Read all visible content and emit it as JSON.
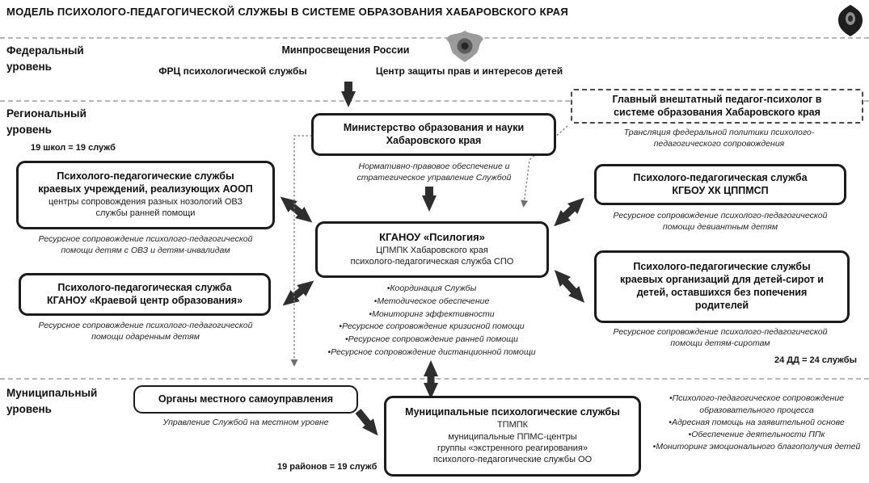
{
  "title": "МОДЕЛЬ ПСИХОЛОГО-ПЕДАГОГИЧЕСКОЙ СЛУЖБЫ В СИСТЕМЕ ОБРАЗОВАНИЯ ХАБАРОВСКОГО КРАЯ",
  "icons": {
    "ministry_emblem": "russia-coat-of-arms",
    "corner_logo": "round-emblem"
  },
  "federal": {
    "label": "Федеральный уровень",
    "minpros": "Минпросвещения России",
    "frc": "ФРЦ психологической службы",
    "child_rights_center": "Центр защиты прав и интересов детей"
  },
  "regional": {
    "label": "Региональный уровень",
    "schools_note": "19 школ = 19 служб",
    "ministry": {
      "title1": "Министерство образования и науки",
      "title2": "Хабаровского края",
      "caption": "Нормативно-правовое обеспечение и стратегическое управление Службой"
    },
    "aoop_box": {
      "title1": "Психолого-педагогические службы",
      "title2": "краевых учреждений, реализующих АООП",
      "sub1": "центры сопровождения разных нозологий ОВЗ",
      "sub2": "службы ранней помощи",
      "caption": "Ресурсное сопровождение психолого-педагогической помощи детям с ОВЗ и детям-инвалидам"
    },
    "kco_box": {
      "title1": "Психолого-педагогическая служба",
      "title2": "КГАНОУ «Краевой центр образования»",
      "caption": "Ресурсное сопровождение психолого-педагогической помощи одаренным детям"
    },
    "psilogiya": {
      "title": "КГАНОУ «Псилогия»",
      "sub1": "ЦПМПК Хабаровского края",
      "sub2": "психолого-педагогическая служба СПО",
      "functions": [
        "•Координация Службы",
        "•Методическое обеспечение",
        "•Мониторинг эффективности",
        "•Ресурсное сопровождение кризисной помощи",
        "•Ресурсное сопровождение ранней помощи",
        "•Ресурсное сопровождение дистанционной помощи"
      ]
    },
    "chief_psychologist": {
      "title1": "Главный внештатный педагог-психолог в",
      "title2": "системе образования Хабаровского края",
      "caption": "Трансляция федеральной политики  психолого-педагогического сопровождения"
    },
    "cppmsp_box": {
      "title1": "Психолого-педагогическая служба",
      "title2": "КГБОУ ХК ЦППМСП",
      "caption": "Ресурсное сопровождение психолого-педагогической помощи девиантным детям"
    },
    "orphans_box": {
      "title1": "Психолого-педагогические службы",
      "title2": "краевых организаций для детей-сирот и",
      "title3": "детей, оставшихся без попечения",
      "title4": "родителей",
      "caption": "Ресурсное сопровождение психолого-педагогической помощи детям-сиротам",
      "note": "24 ДД = 24 службы"
    }
  },
  "municipal": {
    "label": "Муниципальный уровень",
    "local_gov": {
      "title": "Органы местного самоуправления",
      "caption": "Управление Службой на местном уровне"
    },
    "districts_note": "19 районов = 19 служб",
    "services_box": {
      "title": "Муниципальные психологические службы",
      "line1": "ТПМПК",
      "line2": "муниципальные  ППМС-центры",
      "line3": "группы «экстренного реагирования»",
      "line4": "психолого-педагогические службы ОО"
    },
    "functions": [
      "•Психолого-педагогическое сопровождение образовательного процесса",
      "•Адресная помощь на заявительной основе",
      "•Обеспечение деятельности ППк",
      "•Мониторинг эмоционального благополучия детей"
    ]
  }
}
